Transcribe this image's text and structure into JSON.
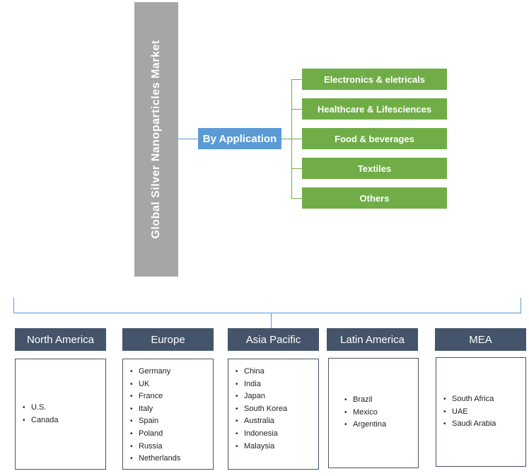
{
  "title": "Global Silver Nanoparticles Market",
  "application": {
    "header": "By Application",
    "items": [
      "Electronics & eletricals",
      "Healthcare & Lifesciences",
      "Food & beverages",
      "Textiles",
      "Others"
    ]
  },
  "regions": [
    {
      "name": "North America",
      "countries": [
        "U.S.",
        "Canada"
      ]
    },
    {
      "name": "Europe",
      "countries": [
        "Germany",
        "UK",
        "France",
        "Italy",
        "Spain",
        "Poland",
        "Russia",
        "Netherlands"
      ]
    },
    {
      "name": "Asia Pacific",
      "countries": [
        "China",
        "India",
        "Japan",
        "South Korea",
        "Australia",
        "Indonesia",
        "Malaysia"
      ]
    },
    {
      "name": "Latin America",
      "countries": [
        "Brazil",
        "Mexico",
        "Argentina"
      ]
    },
    {
      "name": "MEA",
      "countries": [
        "South Africa",
        "UAE",
        "Saudi Arabia"
      ]
    }
  ],
  "colors": {
    "title_bar": "#a6a6a6",
    "header_blue": "#5b9bd5",
    "item_green": "#70ad47",
    "region_header": "#44546a"
  }
}
